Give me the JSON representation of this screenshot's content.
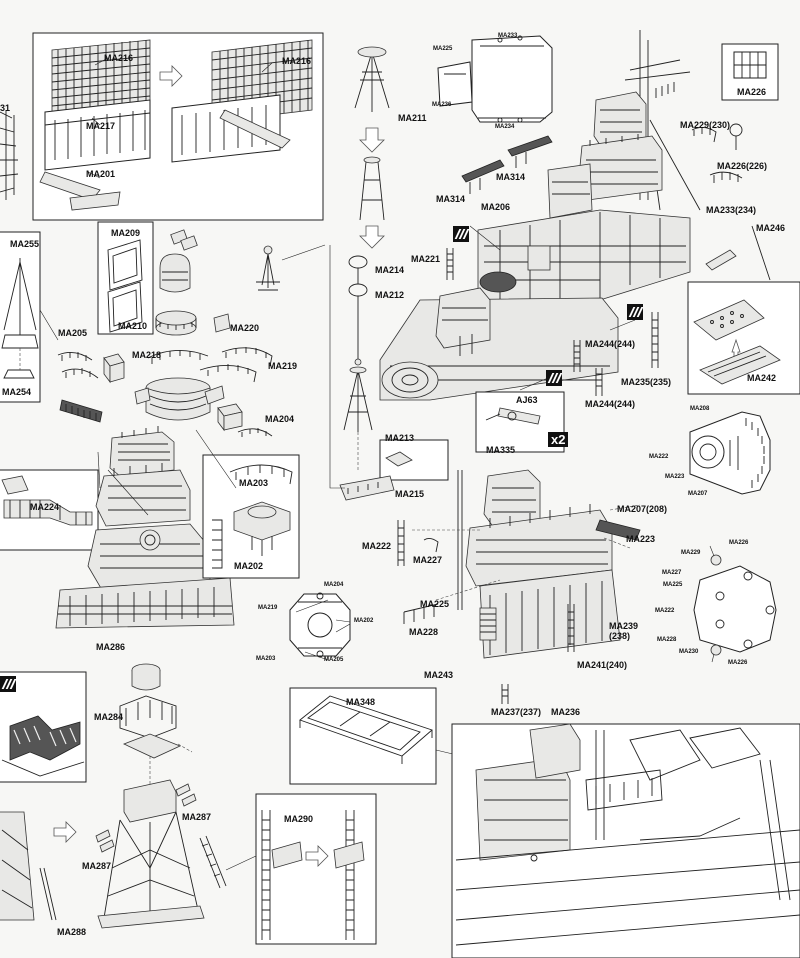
{
  "labels": {
    "ma216a": "MA216",
    "ma216b": "MA216",
    "ma217": "MA217",
    "ma201": "MA201",
    "ma_31": "31",
    "ma209": "MA209",
    "ma210": "MA210",
    "ma220": "MA220",
    "ma218": "MA218",
    "ma219": "MA219",
    "ma204": "MA204",
    "ma205": "MA205",
    "ma255": "MA255",
    "ma254": "MA254",
    "ma224": "MA224",
    "ma203": "MA203",
    "ma202": "MA202",
    "ma211": "MA211",
    "ma214": "MA214",
    "ma212": "MA212",
    "ma213": "MA213",
    "ma215": "MA215",
    "ma225_top": "MA225",
    "ma233_top": "MA233",
    "ma236_top": "MA236",
    "ma234_top": "MA234",
    "ma226_box": "MA226",
    "ma229_230": "MA229(230)",
    "ma226_226": "MA226(226)",
    "ma233_234": "MA233(234)",
    "ma246": "MA246",
    "ma314a": "MA314",
    "ma314b": "MA314",
    "ma206": "MA206",
    "ma221": "MA221",
    "ma244a": "MA244(244)",
    "ma235": "MA235(235)",
    "ma244b": "MA244(244)",
    "ma242": "MA242",
    "aj63": "AJ63",
    "ma335": "MA335",
    "x2": "x2",
    "ma208_r": "MA208",
    "ma222_r": "MA222",
    "ma223_r": "MA223",
    "ma207_r": "MA207",
    "ma207_208": "MA207(208)",
    "ma222": "MA222",
    "ma227": "MA227",
    "ma223": "MA223",
    "ma225": "MA225",
    "ma228": "MA228",
    "ma239_238": "MA239\n(238)",
    "ma243": "MA243",
    "ma241_240": "MA241(240)",
    "ma237_237": "MA237(237)",
    "ma236": "MA236",
    "ma229_r2": "MA229",
    "ma226_r2a": "MA226",
    "ma227_r2": "MA227",
    "ma225_r2": "MA225",
    "ma222_r2": "MA222",
    "ma228_r2": "MA228",
    "ma230_r2": "MA230",
    "ma226_r2b": "MA226",
    "ma204_s": "MA204",
    "ma219_s": "MA219",
    "ma202_s": "MA202",
    "ma203_s": "MA203",
    "ma205_s": "MA205",
    "ma286": "MA286",
    "ma284": "MA284",
    "ma287a": "MA287",
    "ma287b": "MA287",
    "ma288": "MA288",
    "ma290": "MA290",
    "ma348": "MA348"
  }
}
